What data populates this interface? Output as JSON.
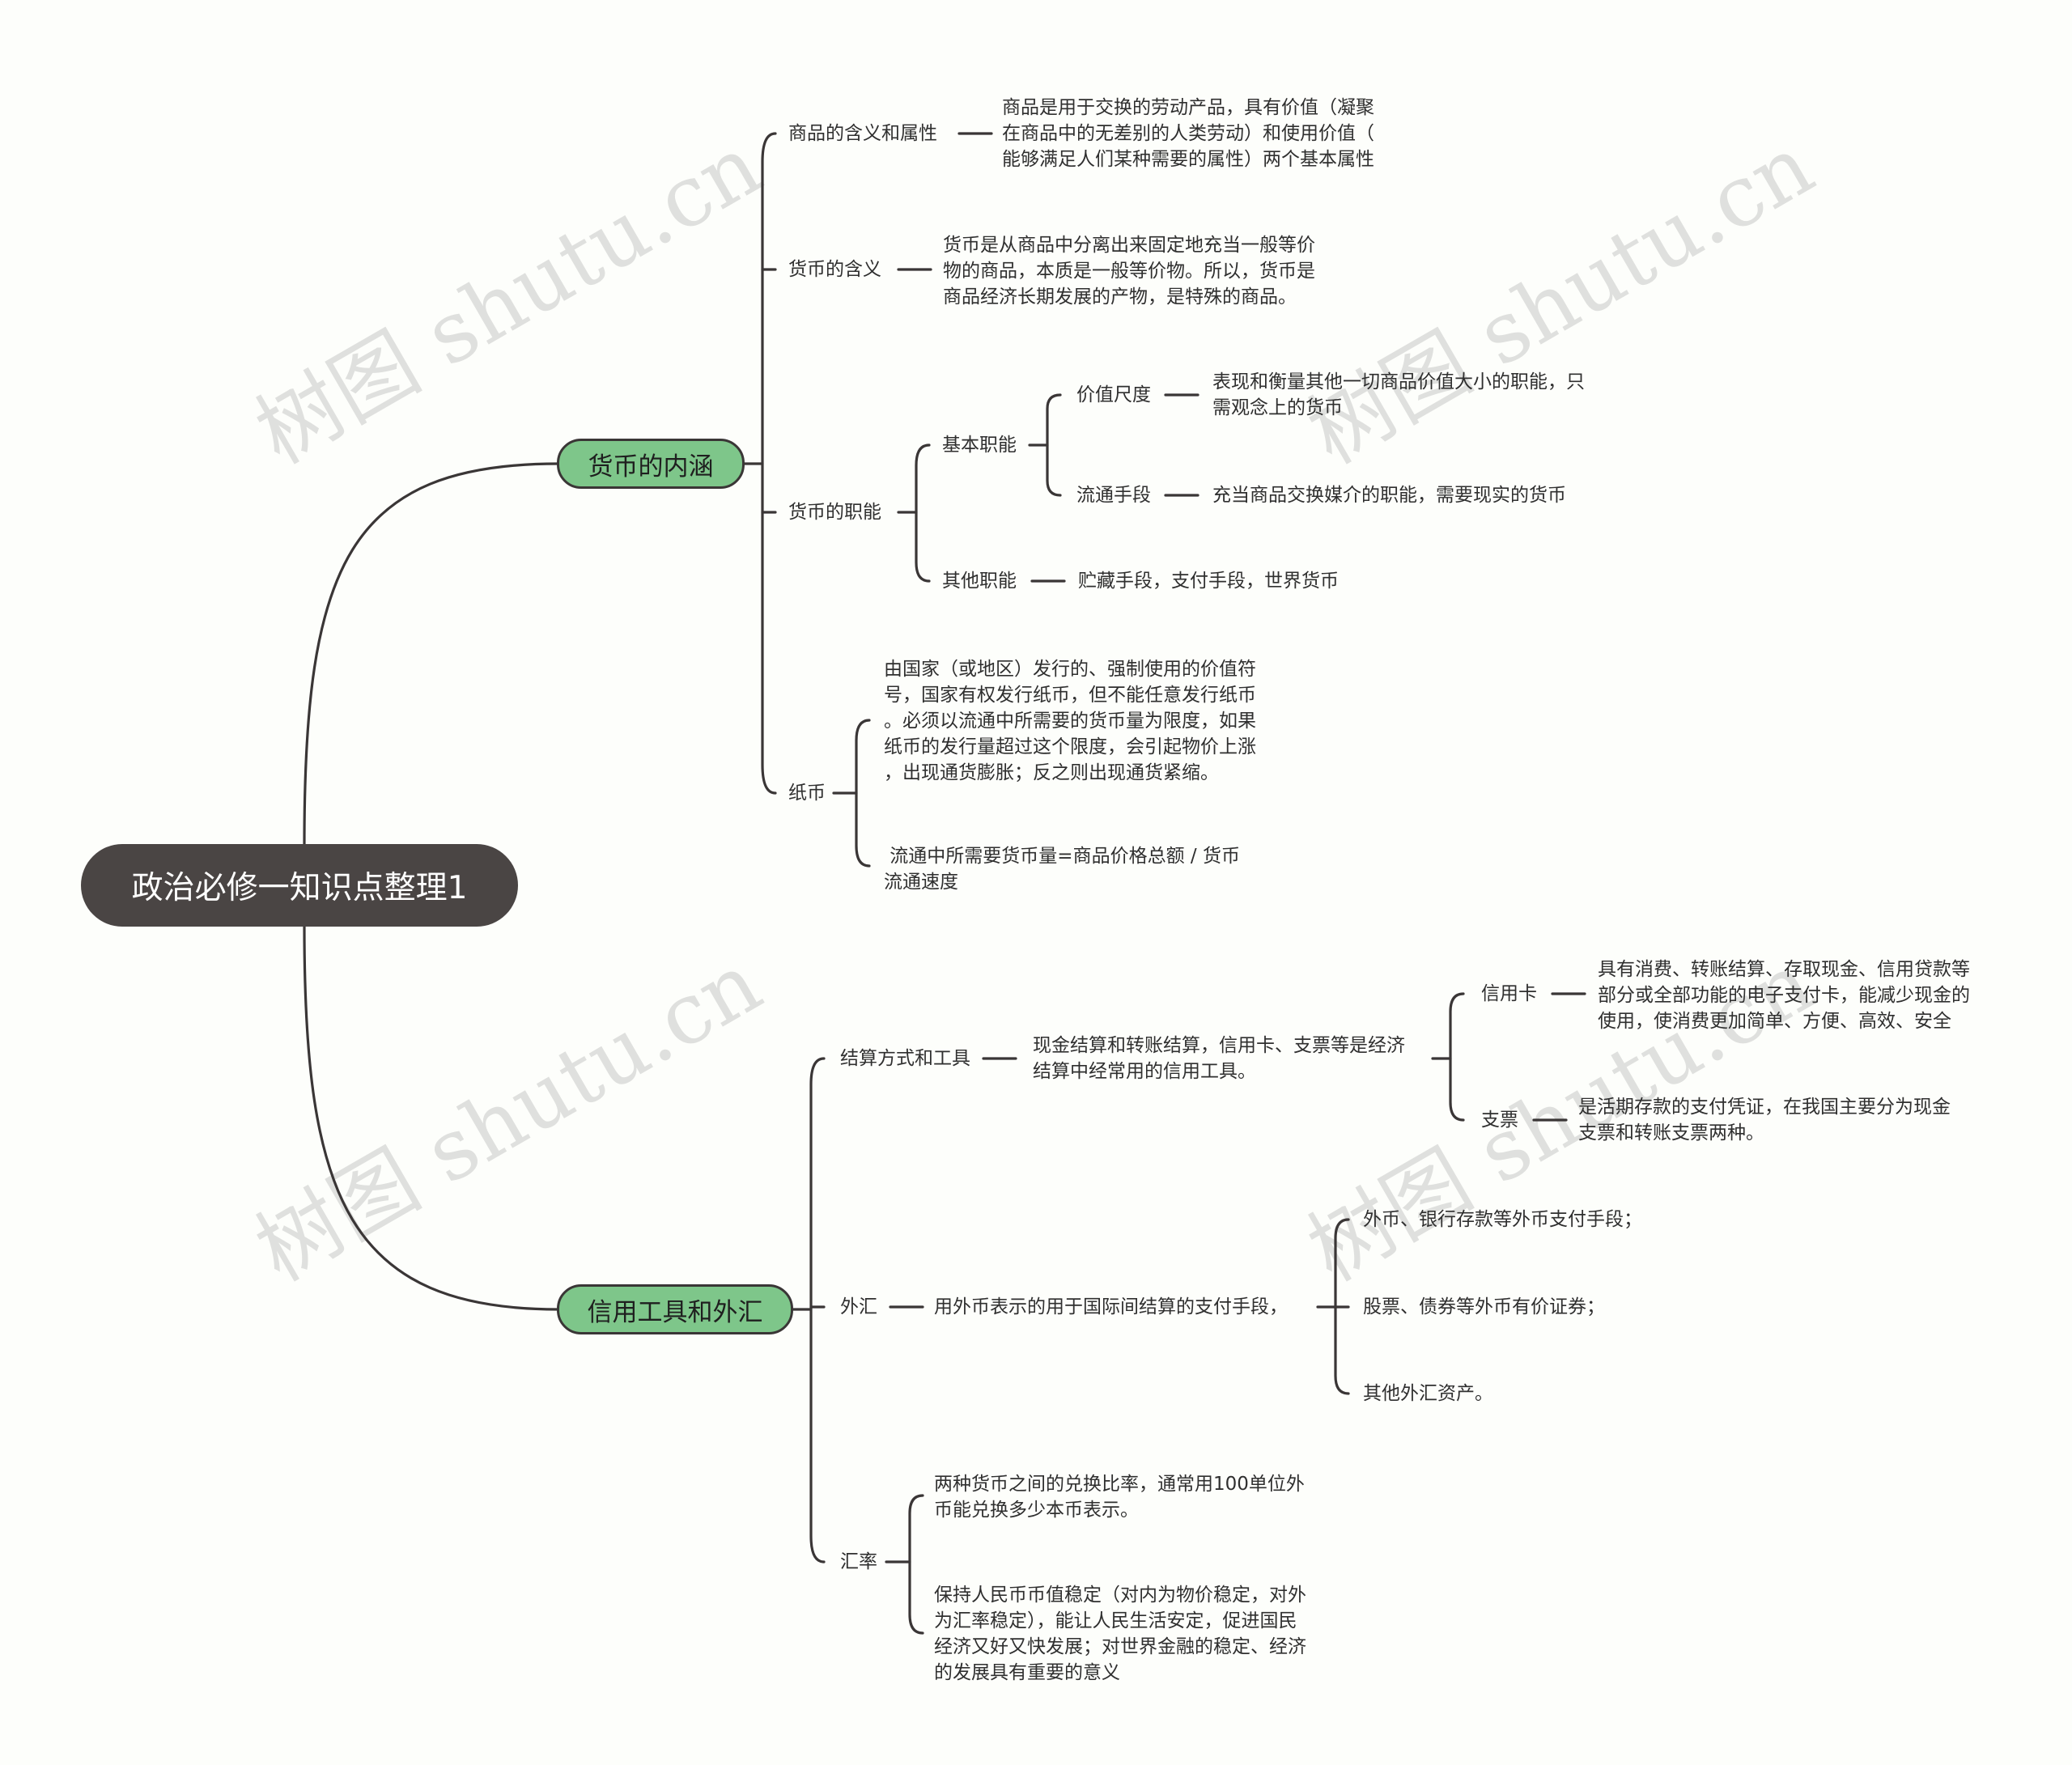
{
  "root": {
    "label": "政治必修一知识点整理1"
  },
  "watermark": "树图 shutu.cn",
  "colors": {
    "root_fill": "#4a4544",
    "branch_fill": "#7ec68a",
    "line": "#3a3636"
  },
  "branch1": {
    "label": "货币的内涵",
    "commodity": {
      "label": "商品的含义和属性",
      "text": [
        "商品是用于交换的劳动产品，具有价值（凝聚",
        "在商品中的无差别的人类劳动）和使用价值（",
        "能够满足人们某种需要的属性）两个基本属性"
      ]
    },
    "money": {
      "label": "货币的含义",
      "text": [
        "货币是从商品中分离出来固定地充当一般等价",
        "物的商品，本质是一般等价物。所以，货币是",
        "商品经济长期发展的产物，是特殊的商品。"
      ]
    },
    "functions": {
      "label": "货币的职能",
      "basic": {
        "label": "基本职能",
        "value_measure": {
          "label": "价值尺度",
          "text": [
            "表现和衡量其他一切商品价值大小的职能，只",
            "需观念上的货币"
          ]
        },
        "circulation": {
          "label": "流通手段",
          "text": [
            "充当商品交换媒介的职能，需要现实的货币"
          ]
        }
      },
      "other": {
        "label": "其他职能",
        "text": [
          "贮藏手段，支付手段，世界货币"
        ]
      }
    },
    "paper": {
      "label": "纸币",
      "text1": [
        "由国家（或地区）发行的、强制使用的价值符",
        "号，国家有权发行纸币，但不能任意发行纸币",
        "。必须以流通中所需要的货币量为限度，如果",
        "纸币的发行量超过这个限度，会引起物价上涨",
        "，出现通货膨胀；反之则出现通货紧缩。"
      ],
      "text2": [
        " 流通中所需要货币量=商品价格总额 / 货币",
        "流通速度"
      ]
    }
  },
  "branch2": {
    "label": "信用工具和外汇",
    "settlement": {
      "label": "结算方式和工具",
      "text": [
        "现金结算和转账结算，信用卡、支票等是经济",
        "结算中经常用的信用工具。"
      ],
      "credit_card": {
        "label": "信用卡",
        "text": [
          "具有消费、转账结算、存取现金、信用贷款等",
          "部分或全部功能的电子支付卡，能减少现金的",
          "使用，使消费更加简单、方便、高效、安全"
        ]
      },
      "cheque": {
        "label": "支票",
        "text": [
          "是活期存款的支付凭证，在我国主要分为现金",
          "支票和转账支票两种。"
        ]
      }
    },
    "forex": {
      "label": "外汇",
      "text": [
        "用外币表示的用于国际间结算的支付手段，"
      ],
      "items": [
        "外币、银行存款等外币支付手段；",
        "股票、债券等外币有价证券；",
        "其他外汇资产。"
      ]
    },
    "rate": {
      "label": "汇率",
      "text1": [
        "两种货币之间的兑换比率，通常用100单位外",
        "币能兑换多少本币表示。"
      ],
      "text2": [
        "保持人民币币值稳定（对内为物价稳定，对外",
        "为汇率稳定），能让人民生活安定，促进国民",
        "经济又好又快发展；对世界金融的稳定、经济",
        "的发展具有重要的意义"
      ]
    }
  }
}
